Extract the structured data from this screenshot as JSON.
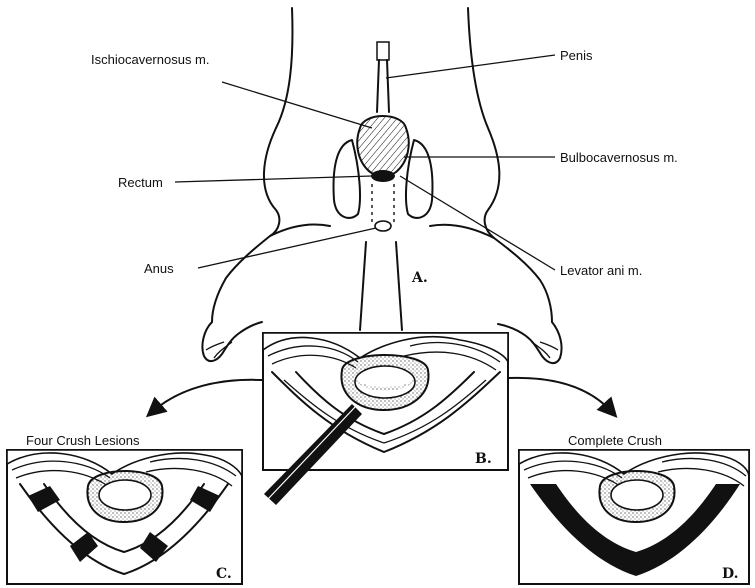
{
  "labels": {
    "ischiocavernosus": "Ischiocavernosus m.",
    "penis": "Penis",
    "bulbocavernosus": "Bulbocavernosus m.",
    "rectum": "Rectum",
    "levator": "Levator ani m.",
    "anus": "Anus"
  },
  "panels": {
    "a": "A.",
    "b": "B.",
    "c": "C.",
    "d": "D.",
    "c_title": "Four Crush Lesions",
    "d_title": "Complete Crush"
  },
  "colors": {
    "ink": "#111111",
    "paper": "#ffffff"
  }
}
